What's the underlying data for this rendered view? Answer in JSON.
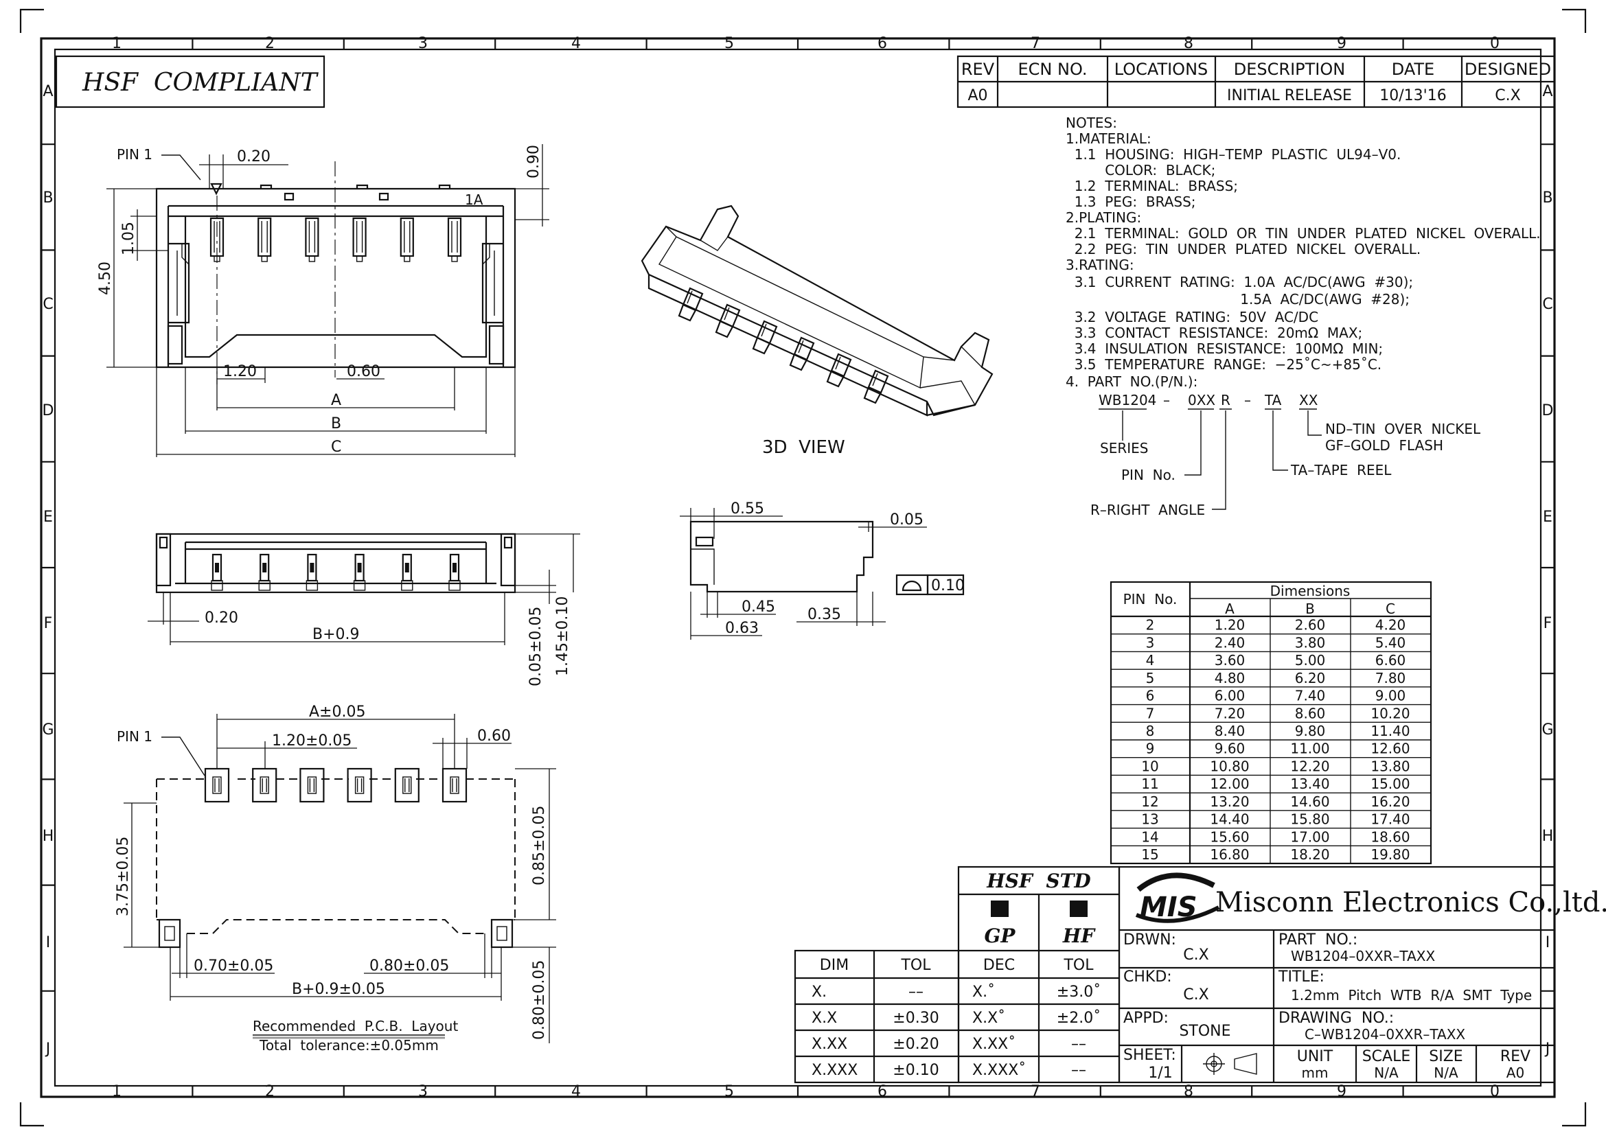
{
  "frame": {
    "col_numbers": [
      "1",
      "2",
      "3",
      "4",
      "5",
      "6",
      "7",
      "8",
      "9",
      "0"
    ],
    "row_letters": [
      "A",
      "B",
      "C",
      "D",
      "E",
      "F",
      "G",
      "H",
      "I",
      "J"
    ]
  },
  "hsf_badge": "HSF  COMPLIANT",
  "revision_table": {
    "headers": [
      "REV",
      "ECN NO.",
      "LOCATIONS",
      "DESCRIPTION",
      "DATE",
      "DESIGNED"
    ],
    "row": [
      "A0",
      "",
      "",
      "INITIAL RELEASE",
      "10/13'16",
      "C.X"
    ]
  },
  "notes": [
    "NOTES:",
    "1.MATERIAL:",
    "  1.1  HOUSING:  HIGH–TEMP  PLASTIC  UL94–V0.",
    "         COLOR:  BLACK;",
    "  1.2  TERMINAL:  BRASS;",
    "  1.3  PEG:  BRASS;",
    "2.PLATING:",
    "  2.1  TERMINAL:  GOLD  OR  TIN  UNDER  PLATED  NICKEL  OVERALL.",
    "  2.2  PEG:  TIN  UNDER  PLATED  NICKEL  OVERALL.",
    "3.RATING:",
    "  3.1  CURRENT  RATING:  1.0A  AC/DC(AWG  #30);",
    "                                        1.5A  AC/DC(AWG  #28);",
    "  3.2  VOLTAGE  RATING:  50V  AC/DC",
    "  3.3  CONTACT  RESISTANCE:  20mΩ  MAX;",
    "  3.4  INSULATION  RESISTANCE:  100MΩ  MIN;",
    "  3.5  TEMPERATURE  RANGE:  −25˚C~+85˚C.",
    "4.  PART  NO.(P/N.):"
  ],
  "part_code": {
    "series": "WB1204",
    "dash1": "–",
    "pin": "0XX",
    "r": "R",
    "dash2": "–",
    "ta": "TA",
    "xx": "XX",
    "plating_lines": [
      "ND–TIN  OVER  NICKEL",
      "GF–GOLD  FLASH"
    ],
    "series_label": "SERIES",
    "pin_label": "PIN  No.",
    "ta_label": "TA–TAPE  REEL",
    "r_label": "R–RIGHT  ANGLE"
  },
  "top_view": {
    "pin1": "PIN 1",
    "d020": "0.20",
    "d090": "0.90",
    "label_1a": "1A",
    "d105": "1.05",
    "d450": "4.50",
    "d120": "1.20",
    "d060": "0.60",
    "a": "A",
    "b": "B",
    "c": "C"
  },
  "view_3d_label": "3D  VIEW",
  "front_view": {
    "d020": "0.20",
    "bplus": "B+0.9",
    "d005": "0.05±0.05",
    "d145": "1.45±0.10"
  },
  "side_view": {
    "d055": "0.55",
    "d005": "0.05",
    "d045": "0.45",
    "d063": "0.63",
    "d035": "0.35",
    "flatness": "0.10"
  },
  "pcb_layout": {
    "pin1": "PIN 1",
    "a": "A±0.05",
    "pitch": "1.20±0.05",
    "d060": "0.60",
    "d375": "3.75±0.05",
    "d085": "0.85±0.05",
    "d070": "0.70±0.05",
    "d080": "0.80±0.05",
    "bplus": "B+0.9±0.05",
    "d080v": "0.80±0.05",
    "title": "Recommended  P.C.B.  Layout",
    "tolerance": "Total  tolerance:±0.05mm"
  },
  "dim_table": {
    "pin_header": "PIN  No.",
    "group_header": "Dimensions",
    "columns": [
      "A",
      "B",
      "C"
    ],
    "rows": [
      [
        "2",
        "1.20",
        "2.60",
        "4.20"
      ],
      [
        "3",
        "2.40",
        "3.80",
        "5.40"
      ],
      [
        "4",
        "3.60",
        "5.00",
        "6.60"
      ],
      [
        "5",
        "4.80",
        "6.20",
        "7.80"
      ],
      [
        "6",
        "6.00",
        "7.40",
        "9.00"
      ],
      [
        "7",
        "7.20",
        "8.60",
        "10.20"
      ],
      [
        "8",
        "8.40",
        "9.80",
        "11.40"
      ],
      [
        "9",
        "9.60",
        "11.00",
        "12.60"
      ],
      [
        "10",
        "10.80",
        "12.20",
        "13.80"
      ],
      [
        "11",
        "12.00",
        "13.40",
        "15.00"
      ],
      [
        "12",
        "13.20",
        "14.60",
        "16.20"
      ],
      [
        "13",
        "14.40",
        "15.80",
        "17.40"
      ],
      [
        "14",
        "15.60",
        "17.00",
        "18.60"
      ],
      [
        "15",
        "16.80",
        "18.20",
        "19.80"
      ]
    ]
  },
  "tolerance_table": {
    "headers": [
      "DIM",
      "TOL"
    ],
    "rows": [
      [
        "X.",
        "––"
      ],
      [
        "X.X",
        "±0.30"
      ],
      [
        "X.XX",
        "±0.20"
      ],
      [
        "X.XXX",
        "±0.10"
      ]
    ]
  },
  "hsf_std": {
    "title": "HSF  STD",
    "gp": "GP",
    "hf": "HF",
    "headers": [
      "DEC",
      "TOL"
    ],
    "rows": [
      [
        "X.˚",
        "±3.0˚"
      ],
      [
        "X.X˚",
        "±2.0˚"
      ],
      [
        "X.XX˚",
        "––"
      ],
      [
        "X.XXX˚",
        "––"
      ]
    ]
  },
  "title_block": {
    "logo": "MIS",
    "company": "Misconn Electronics Co.,ltd.",
    "drwn_label": "DRWN:",
    "drwn": "C.X",
    "chkd_label": "CHKD:",
    "chkd": "C.X",
    "appd_label": "APPD:",
    "appd": "STONE",
    "sheet_label": "SHEET:",
    "sheet": "1/1",
    "part_no_label": "PART  NO.:",
    "part_no": "WB1204–0XXR–TAXX",
    "title_label": "TITLE:",
    "title": "1.2mm  Pitch  WTB  R/A  SMT  Type",
    "drawing_no_label": "DRAWING  NO.:",
    "drawing_no": "C–WB1204–0XXR–TAXX",
    "unit_label": "UNIT",
    "unit": "mm",
    "scale_label": "SCALE",
    "scale": "N/A",
    "size_label": "SIZE",
    "size": "N/A",
    "rev_label": "REV",
    "rev": "A0"
  }
}
